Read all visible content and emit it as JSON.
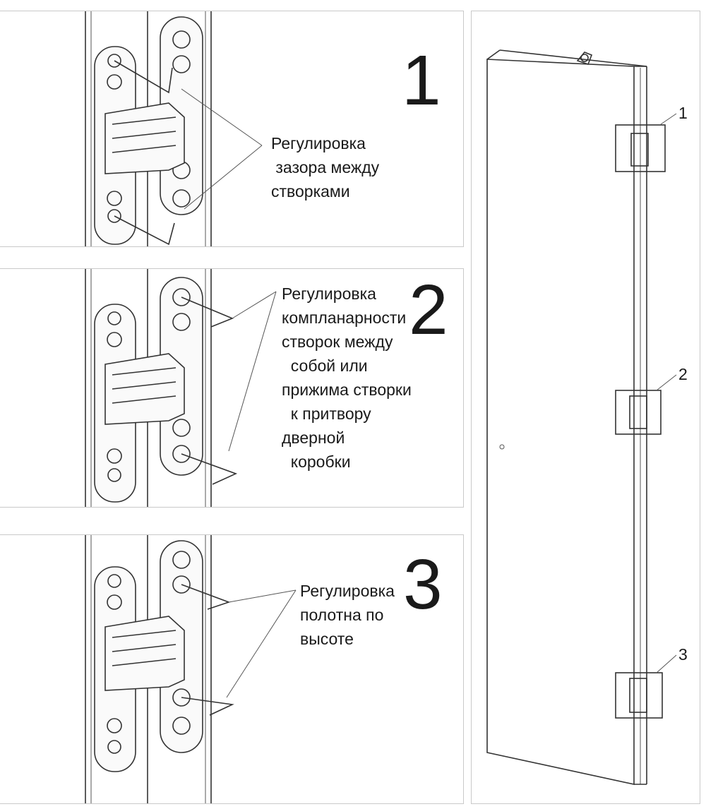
{
  "colors": {
    "line": "#333333",
    "panel_border": "#c9c9c9",
    "background": "#ffffff"
  },
  "steps": [
    {
      "number": "1",
      "caption_lines": [
        "Регулировка",
        " зазора между",
        "створками"
      ]
    },
    {
      "number": "2",
      "caption_lines": [
        "Регулировка",
        "компланарности",
        "створок между",
        "  собой или",
        "прижима створки",
        "  к притвору",
        "дверной",
        "  коробки"
      ]
    },
    {
      "number": "3",
      "caption_lines": [
        "Регулировка",
        "полотна по",
        "высоте"
      ]
    }
  ],
  "door_markers": [
    "1",
    "2",
    "3"
  ]
}
